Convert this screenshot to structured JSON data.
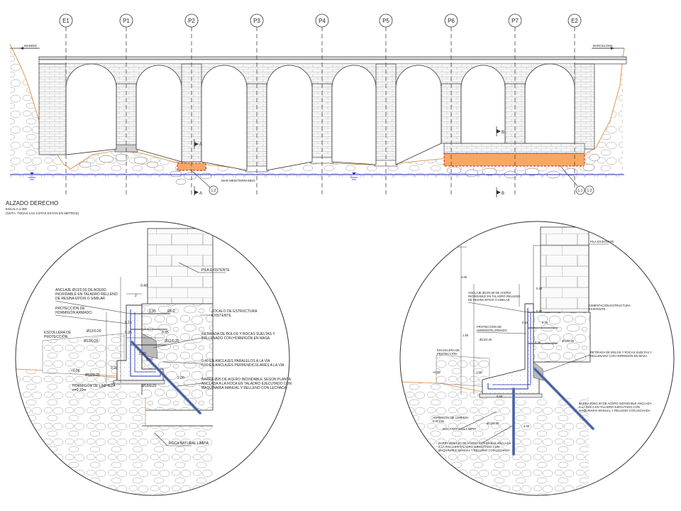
{
  "axes": [
    "E1",
    "P1",
    "P2",
    "P3",
    "P4",
    "P5",
    "P6",
    "P7",
    "E2"
  ],
  "direction_left": "MADRID",
  "direction_right": "BARCELONA",
  "sea_label": "MAR MEDITERRANEO",
  "section_a": "A",
  "section_b": "B",
  "detail_refs": {
    "left": "1.2",
    "right_1": "1.1",
    "right_2": "1.2"
  },
  "elevation_title": "ALZADO DERECHO",
  "elevation_scale": "ESCALA 1:300",
  "elevation_note": "(NOTA: TODAS LAS COTAS ESTAN EN METROS)",
  "colors": {
    "fill_orange": "#f7a865",
    "dashed_red": "#d8241d",
    "ground": "#e2a062",
    "water": "#1b2fa8",
    "line": "#333333"
  },
  "detail_left": {
    "pila_existente": "PILA EXISTENTE",
    "zocalo": [
      "ZÓCALO DE ESTRUCTURA",
      "EXISTENTE"
    ],
    "anclaje": [
      "ANCLAJE Ø12/0,50 DE ACERO",
      "INOXIDABLE EN TALADRO RELLENO",
      "DE RESINA EPOXI O SIMILAR"
    ],
    "proteccion": [
      "PROTECCIÓN DE",
      "HORMIGÓN ARMADO"
    ],
    "escollera": [
      "ESCOLLERA DE",
      "PROTECCIÓN"
    ],
    "hormigon_limpieza": [
      "HORMIGÓN DE LIMPIEZA",
      "e=0,10m"
    ],
    "retirada": [
      "RETIRADA DE BOLOS Y ROCAS SUELTAS Y",
      "RELLENADO CON HORMIGÓN EN MASA"
    ],
    "anclajes_via": [
      "0.40 EN ANCLAJES PARALELOS A LA VIA",
      "0.50 EN ANCLAJES PERPENDICULARES A LA VIA"
    ],
    "barra": [
      "BARRA Ø25 DE ACERO INOXIDABLE SEGÚN PLANTA",
      "ANCLADA A LA ROCA EN TALADRO EJECUTADO CON",
      "MAQUINARIA MANUAL Y RELLENO CON LECHADA"
    ],
    "roca": "ROCA NATURAL LIMPIA",
    "bars": [
      "Ø12/0.20",
      "Ø12/0.20",
      "Ø12/0.20",
      "Ø12/0.20",
      "Ø12/0.20"
    ],
    "dims": [
      "0.40",
      "0.35",
      "0.35",
      "0.15",
      "0.35",
      "0.40",
      "0.20",
      "0.60",
      "2.00",
      "0.20",
      "0.10",
      "≥0.50",
      "Ø0.2",
      "2"
    ],
    "level": "≈0,00"
  },
  "detail_right": {
    "pila_existente": "PILA EXISTENTE",
    "cimentacion": [
      "CIMENTACIÓN ESTRUCTURA",
      "EXISTENTE"
    ],
    "anclaje": [
      "ANCLAJE Ø12/0,50 DE ACERO",
      "INOXIDABLE EN TALADRO RELLENO",
      "DE RESINA EPOXI O SIMILAR"
    ],
    "proteccion": [
      "PROTECCIÓN DE",
      "HORMIGÓN ARMADO"
    ],
    "escollera": [
      "ESCOLLERA DE",
      "PROTECCIÓN"
    ],
    "hormigon_limpieza": [
      "HORMIGÓN DE LIMPIEZA",
      "e=0,10m"
    ],
    "retirada": [
      "RETIRADA DE BOLOS Y ROCAS SUELTAS Y",
      "RELLENADO CON HORMIGÓN EN MASA"
    ],
    "barra_right": [
      "BARRA Ø25/1,00 DE ACERO INOXIDABLE ANCLADA",
      "A LA ROCA EN TALADRO EJECUTADO CON",
      "MAQUINARIA MANUAL Y RELLENO CON LECHADA"
    ],
    "barra_bottom": [
      "BARRA Ø25/1,00 DE ACERO INOXIDABLE ANCLADA",
      "A LA ROCA EN TALADRO EJECUTADO CON",
      "MAQUINARIA MANUAL Y RELLENO CON LECHADA"
    ],
    "roca": "ROCA NATURAL LIMPIA",
    "bars": [
      "Ø12/0.20",
      "Ø12/0.20",
      "Ø12/0.20"
    ],
    "dims": [
      "0.40",
      "0.35",
      "0.15",
      "0.35",
      "0.40",
      "0.40",
      "1",
      "0.60",
      "2.00",
      "0.50",
      "3.00",
      "1.80",
      "1.50",
      "0.40",
      "ROCA"
    ],
    "level": "≈0,00"
  }
}
